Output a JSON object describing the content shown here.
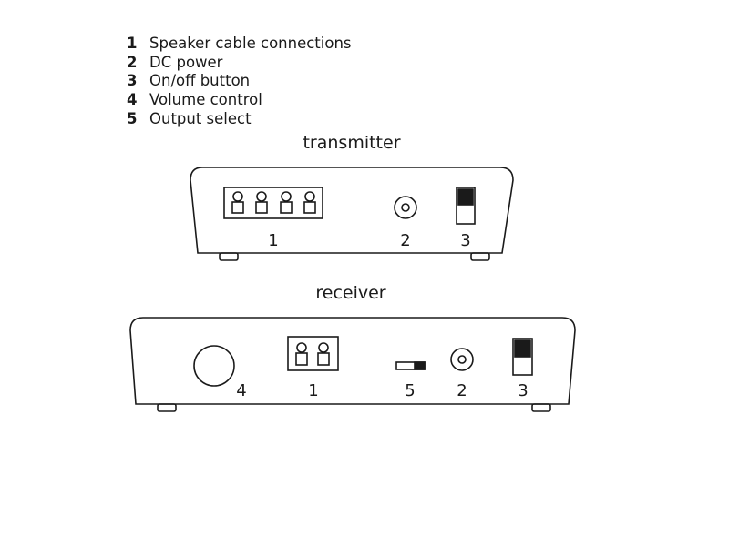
{
  "legend": [
    {
      "number": "1",
      "text": "Speaker cable connections"
    },
    {
      "number": "2",
      "text": "DC power"
    },
    {
      "number": "3",
      "text": "On/off button"
    },
    {
      "number": "4",
      "text": "Volume control"
    },
    {
      "number": "5",
      "text": "Output select"
    }
  ],
  "transmitter": {
    "title": "transmitter",
    "labels": {
      "speaker": "1",
      "power": "2",
      "switch": "3"
    }
  },
  "receiver": {
    "title": "receiver",
    "labels": {
      "volume": "4",
      "speaker": "1",
      "output": "5",
      "power": "2",
      "switch": "3"
    }
  }
}
